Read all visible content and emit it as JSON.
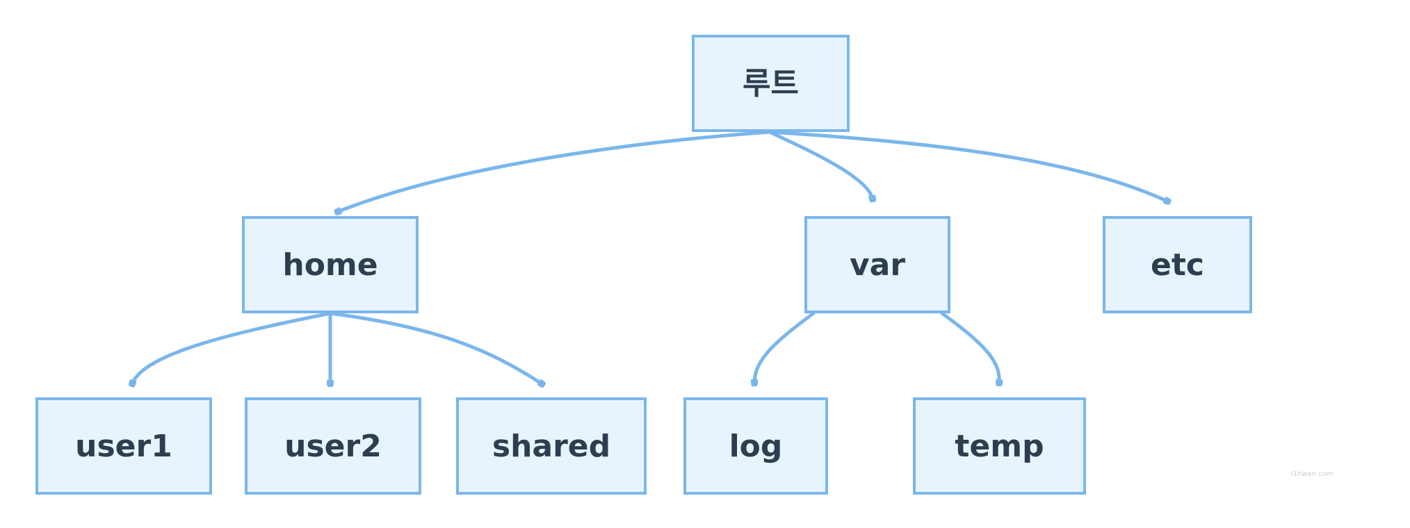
{
  "diagram": {
    "type": "tree",
    "nodes": [
      {
        "id": "root",
        "label": "루트"
      },
      {
        "id": "home",
        "label": "home"
      },
      {
        "id": "var",
        "label": "var"
      },
      {
        "id": "etc",
        "label": "etc"
      },
      {
        "id": "user1",
        "label": "user1"
      },
      {
        "id": "user2",
        "label": "user2"
      },
      {
        "id": "shared",
        "label": "shared"
      },
      {
        "id": "log",
        "label": "log"
      },
      {
        "id": "temp",
        "label": "temp"
      }
    ],
    "edges": [
      {
        "from": "root",
        "to": "home"
      },
      {
        "from": "root",
        "to": "var"
      },
      {
        "from": "root",
        "to": "etc"
      },
      {
        "from": "home",
        "to": "user1"
      },
      {
        "from": "home",
        "to": "user2"
      },
      {
        "from": "home",
        "to": "shared"
      },
      {
        "from": "var",
        "to": "log"
      },
      {
        "from": "var",
        "to": "temp"
      }
    ],
    "colors": {
      "node_fill": "#e8f4fd",
      "node_border": "#7ab6ec",
      "edge": "#7ab6ec",
      "text": "#2d3e50"
    }
  },
  "watermark": "i1hwan.com"
}
